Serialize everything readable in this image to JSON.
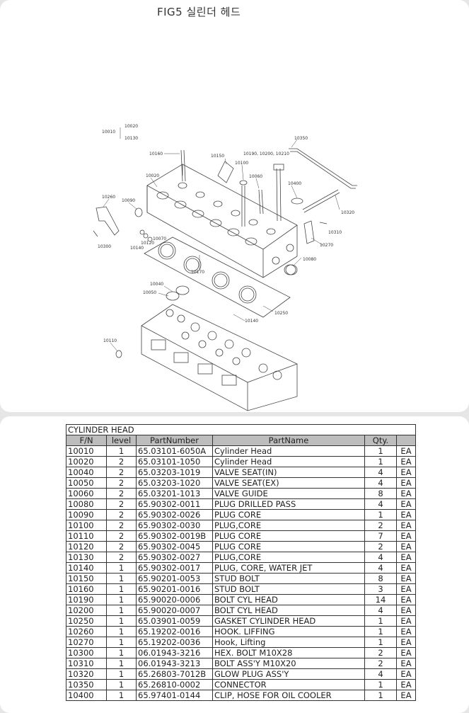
{
  "figure": {
    "title": "FIG5 실린더 헤드",
    "callouts": {
      "c10010": "10010",
      "c10020": "10020",
      "c10130": "10130",
      "c10350": "10350",
      "c10160": "10160",
      "c10150": "10150",
      "c10190set": "10190, 10200, 10210",
      "c10100": "10100",
      "c10060": "10060",
      "c10020b": "10020",
      "c10400": "10400",
      "c10260": "10260",
      "c10090": "10090",
      "c10320": "10320",
      "c10310": "10310",
      "c10070": "10070",
      "c10120": "10120",
      "c10140a": "10140",
      "c10300": "10300",
      "c10270": "10270",
      "c10080": "10080",
      "c10170": "10170",
      "c10040": "10040",
      "c10050": "10050",
      "c10250": "10250",
      "c10140b": "10140",
      "c10110": "10110"
    }
  },
  "table": {
    "caption": "CYLINDER HEAD",
    "headers": [
      "F/N",
      "level",
      "PartNumber",
      "PartName",
      "Qty.",
      ""
    ],
    "rows": [
      [
        "10010",
        "1",
        "65.03101-6050A",
        "Cylinder Head",
        "1",
        "EA"
      ],
      [
        "10020",
        "2",
        "65.03101-1050",
        "Cylinder Head",
        "1",
        "EA"
      ],
      [
        "10040",
        "2",
        "65.03203-1019",
        "VALVE SEAT(IN)",
        "4",
        "EA"
      ],
      [
        "10050",
        "2",
        "65.03203-1020",
        "VALVE SEAT(EX)",
        "4",
        "EA"
      ],
      [
        "10060",
        "2",
        "65.03201-1013",
        "VALVE GUIDE",
        "8",
        "EA"
      ],
      [
        "10080",
        "2",
        "65.90302-0011",
        "PLUG DRILLED PASS",
        "4",
        "EA"
      ],
      [
        "10090",
        "2",
        "65.90302-0026",
        "PLUG CORE",
        "1",
        "EA"
      ],
      [
        "10100",
        "2",
        "65.90302-0030",
        "PLUG,CORE",
        "2",
        "EA"
      ],
      [
        "10110",
        "2",
        "65.90302-0019B",
        "PLUG CORE",
        "7",
        "EA"
      ],
      [
        "10120",
        "2",
        "65.90302-0045",
        "PLUG CORE",
        "2",
        "EA"
      ],
      [
        "10130",
        "2",
        "65.90302-0027",
        "PLUG,CORE",
        "4",
        "EA"
      ],
      [
        "10140",
        "1",
        "65.90302-0017",
        "PLUG, CORE, WATER JET",
        "4",
        "EA"
      ],
      [
        "10150",
        "1",
        "65.90201-0053",
        "STUD BOLT",
        "8",
        "EA"
      ],
      [
        "10160",
        "1",
        "65.90201-0016",
        "STUD BOLT",
        "3",
        "EA"
      ],
      [
        "10190",
        "1",
        "65.90020-0006",
        "BOLT CYL HEAD",
        "14",
        "EA"
      ],
      [
        "10200",
        "1",
        "65.90020-0007",
        "BOLT CYL HEAD",
        "4",
        "EA"
      ],
      [
        "10250",
        "1",
        "65.03901-0059",
        "GASKET CYLINDER HEAD",
        "1",
        "EA"
      ],
      [
        "10260",
        "1",
        "65.19202-0016",
        "HOOK. LIFFING",
        "1",
        "EA"
      ],
      [
        "10270",
        "1",
        "65.19202-0036",
        "Hook, Lifting",
        "1",
        "EA"
      ],
      [
        "10300",
        "1",
        "06.01943-3216",
        "HEX. BOLT M10X28",
        "2",
        "EA"
      ],
      [
        "10310",
        "1",
        "06.01943-3213",
        "BOLT ASS'Y M10X20",
        "2",
        "EA"
      ],
      [
        "10320",
        "1",
        "65.26803-7012B",
        "GLOW PLUG ASS'Y",
        "4",
        "EA"
      ],
      [
        "10350",
        "1",
        "65.26810-0002",
        "CONNECTOR",
        "1",
        "EA"
      ],
      [
        "10400",
        "1",
        "65.97401-0144",
        "CLIP, HOSE FOR OIL COOLER",
        "1",
        "EA"
      ]
    ]
  }
}
